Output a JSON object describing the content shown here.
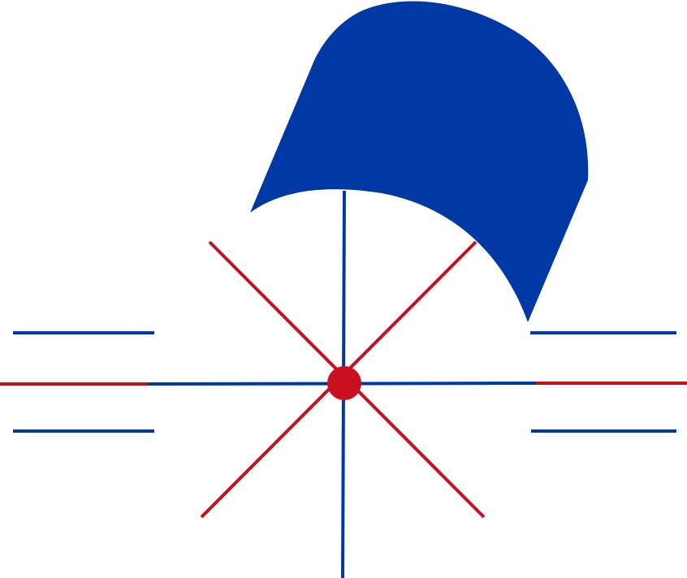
{
  "colors": {
    "background": "#ffffff",
    "blue": "#0039a6",
    "red": "#c8101e"
  },
  "elements": {
    "shape": "curved-cap-shape",
    "hub": "center-dot",
    "rays": "diagonal-red-lines",
    "axes": "blue-axis-lines",
    "side_marks": "horizontal-bars"
  }
}
